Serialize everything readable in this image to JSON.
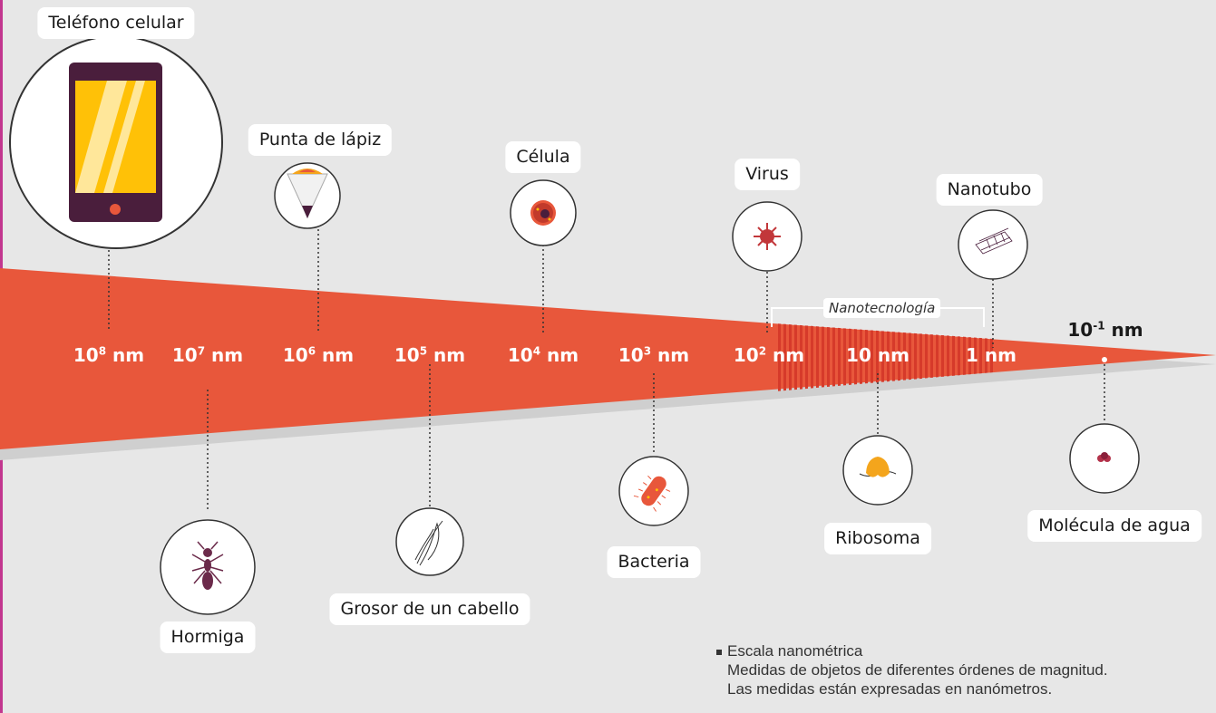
{
  "colors": {
    "wedge": "#e8573b",
    "background": "#e7e7e7",
    "accent_frame": "#c2378f",
    "phone_body": "#4a1e3c",
    "phone_screen": "#ffc107"
  },
  "scales": [
    {
      "id": "s8",
      "base": "10",
      "exp": "8",
      "unit": "nm"
    },
    {
      "id": "s7",
      "base": "10",
      "exp": "7",
      "unit": "nm"
    },
    {
      "id": "s6",
      "base": "10",
      "exp": "6",
      "unit": "nm"
    },
    {
      "id": "s5",
      "base": "10",
      "exp": "5",
      "unit": "nm"
    },
    {
      "id": "s4",
      "base": "10",
      "exp": "4",
      "unit": "nm"
    },
    {
      "id": "s3",
      "base": "10",
      "exp": "3",
      "unit": "nm"
    },
    {
      "id": "s2",
      "base": "10",
      "exp": "2",
      "unit": "nm"
    },
    {
      "id": "s1",
      "base": "10",
      "exp": "",
      "unit": "nm"
    },
    {
      "id": "s0",
      "base": "1",
      "exp": "",
      "unit": "nm"
    },
    {
      "id": "sm1",
      "base": "10",
      "exp": "-1",
      "unit": "nm"
    }
  ],
  "objects": {
    "phone": "Teléfono celular",
    "pencil": "Punta de lápiz",
    "cell": "Célula",
    "virus": "Virus",
    "nanotube": "Nanotubo",
    "ant": "Hormiga",
    "hair": "Grosor de un cabello",
    "bacteria": "Bacteria",
    "ribosome": "Ribosoma",
    "water": "Molécula de agua"
  },
  "nanotech_label": "Nanotecnología",
  "note": {
    "title": "Escala nanométrica",
    "line1": "Medidas de objetos de diferentes órdenes de magnitud.",
    "line2": "Las medidas están expresadas en nanómetros."
  }
}
